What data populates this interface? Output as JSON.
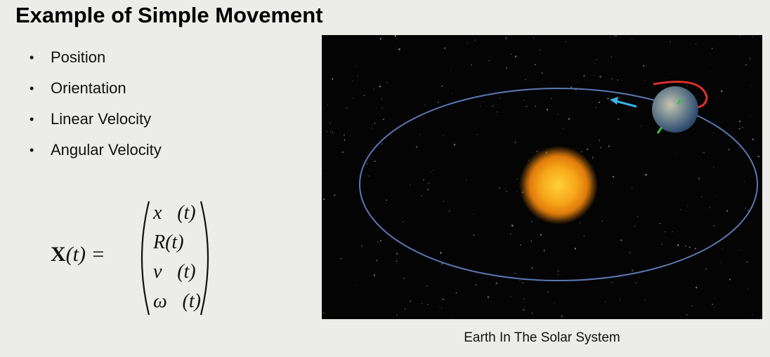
{
  "slide": {
    "title": "Example of Simple Movement",
    "bullets": [
      "Position",
      "Orientation",
      "Linear Velocity",
      "Angular Velocity"
    ],
    "formula": {
      "lhs_symbol": "X",
      "lhs_arg": "(t) =",
      "vector": [
        "x⃗(t)",
        "R(t)",
        "v⃗(t)",
        "ω⃗(t)"
      ]
    },
    "figure": {
      "caption": "Earth In The Solar System"
    }
  },
  "colors": {
    "background": "#ecece9",
    "space": "#040404",
    "orbit": "#5b78b4",
    "sun": "#f4a214",
    "earth_ocean": "#5c7fa6",
    "velocity_arrow": "#39b3e6",
    "rotation_arrow": "#e0302a",
    "axis": "#3fbf4a"
  },
  "icons": [
    "bullet-dot",
    "sun",
    "earth",
    "orbit-ellipse",
    "velocity-arrow",
    "rotation-arrow",
    "rotation-axis"
  ]
}
